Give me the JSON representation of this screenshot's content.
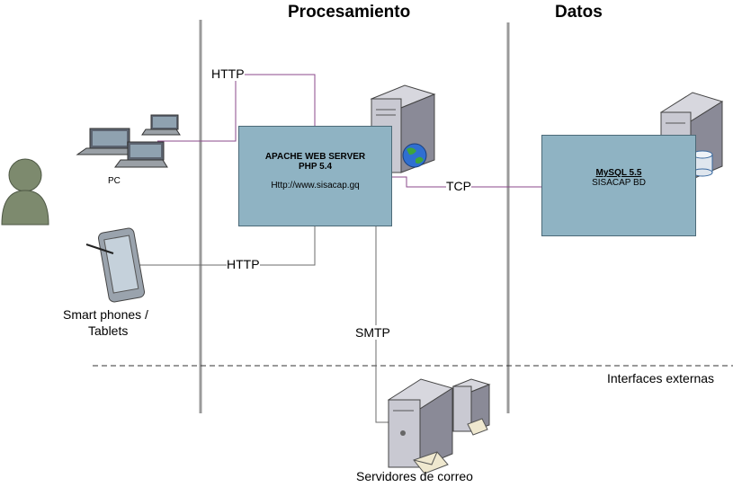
{
  "columns": {
    "procesamiento": "Procesamiento",
    "datos": "Datos"
  },
  "clients": {
    "pc": "PC",
    "mobile_line1": "Smart phones /",
    "mobile_line2": "Tablets"
  },
  "web_server": {
    "title_line1": "APACHE WEB SERVER",
    "title_line2": "PHP 5.4",
    "url": "Http://www.sisacap.gq"
  },
  "db_server": {
    "title": "MySQL 5.5",
    "subtitle": "SISACAP BD"
  },
  "connections": {
    "http_pc": "HTTP",
    "http_mobile": "HTTP",
    "tcp": "TCP",
    "smtp": "SMTP"
  },
  "external": {
    "label": "Interfaces externas",
    "mail_servers": "Servidores de correo"
  },
  "colors": {
    "box_fill": "#8fb3c3",
    "purple_link": "#8b4a8b",
    "gray_link": "#6b6b6b"
  }
}
